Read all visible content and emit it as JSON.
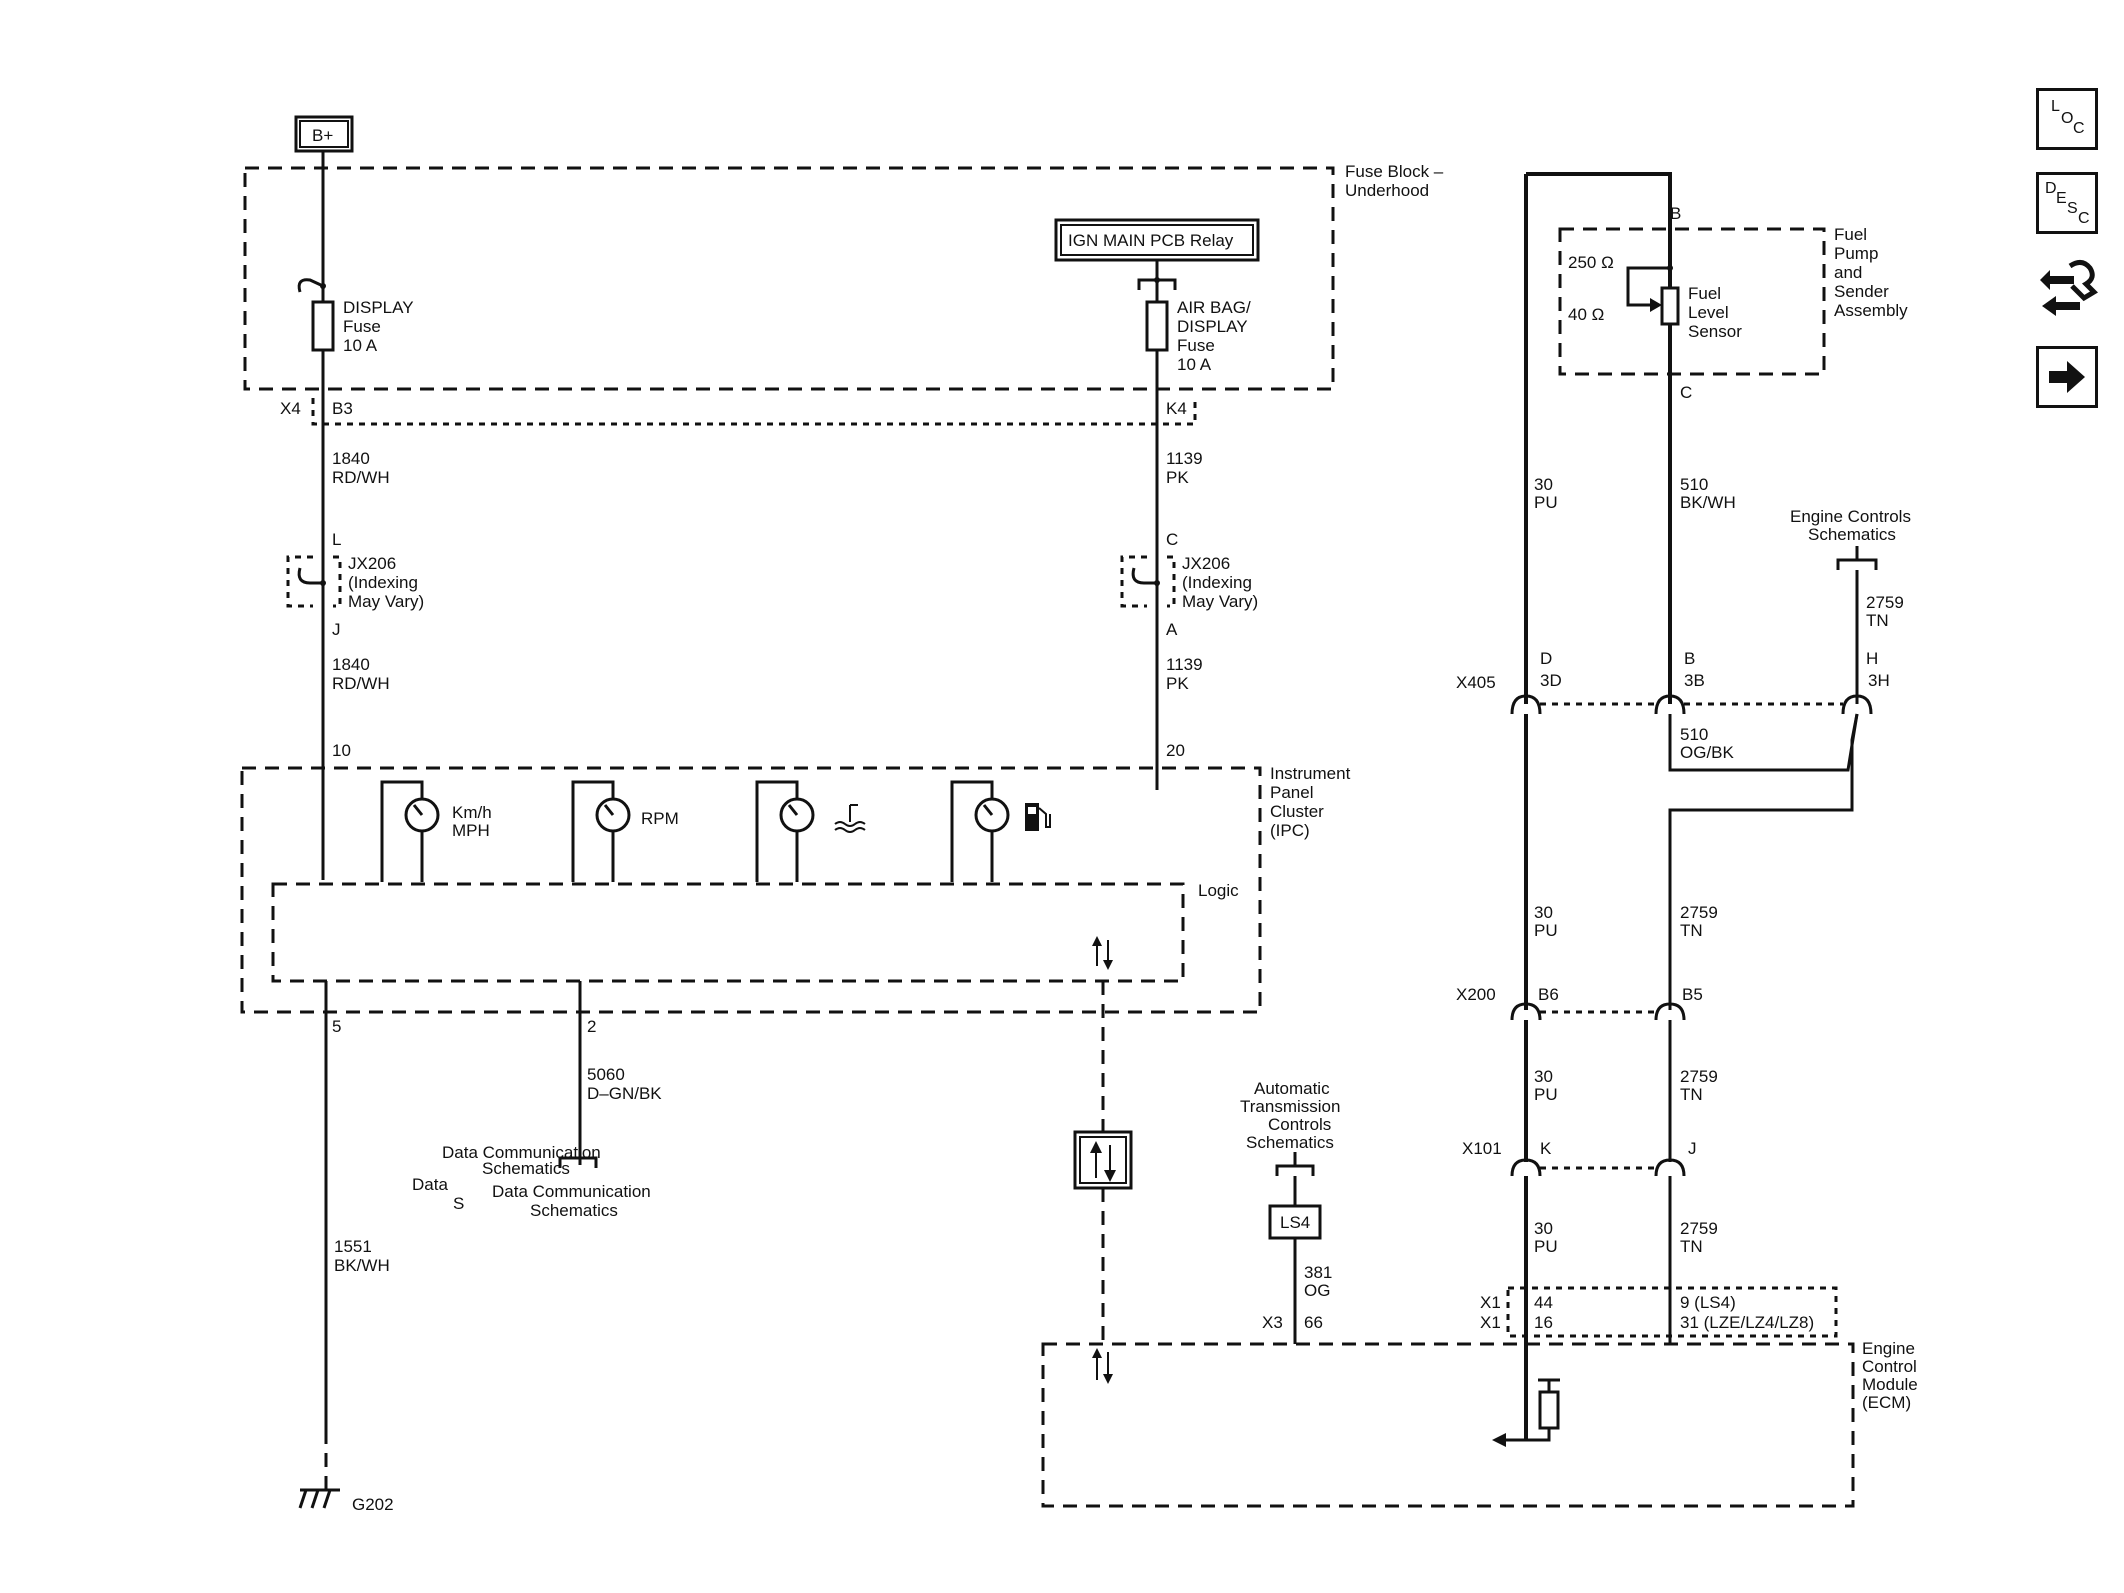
{
  "power": {
    "bplus": "B+"
  },
  "fuse_block": {
    "label_line1": "Fuse Block –",
    "label_line2": "Underhood",
    "relay": "IGN MAIN PCB Relay",
    "display_fuse": [
      "DISPLAY",
      "Fuse",
      "10 A"
    ],
    "airbag_fuse": [
      "AIR BAG/",
      "DISPLAY",
      "Fuse",
      "10 A"
    ],
    "connector": "X4",
    "pin_left": "B3",
    "pin_right": "K4"
  },
  "left_circuit": {
    "wire_top": [
      "1840",
      "RD/WH"
    ],
    "pin_top": "L",
    "splice": [
      "JX206",
      "(Indexing",
      "May Vary)"
    ],
    "pin_bottom": "J",
    "wire_bottom": [
      "1840",
      "RD/WH"
    ],
    "ipc_pin": "10"
  },
  "right_circuit": {
    "wire_top": [
      "1139",
      "PK"
    ],
    "pin_top": "C",
    "splice": [
      "JX206",
      "(Indexing",
      "May Vary)"
    ],
    "pin_bottom": "A",
    "wire_bottom": [
      "1139",
      "PK"
    ],
    "ipc_pin": "20"
  },
  "ipc": {
    "label": [
      "Instrument",
      "Panel",
      "Cluster",
      "(IPC)"
    ],
    "logic": "Logic",
    "gauges": [
      {
        "icon": "speedometer-gauge-icon",
        "label": [
          "Km/h",
          "MPH"
        ]
      },
      {
        "icon": "tachometer-gauge-icon",
        "label": [
          "RPM"
        ]
      },
      {
        "icon": "coolant-temp-gauge-icon",
        "label": []
      },
      {
        "icon": "fuel-gauge-icon",
        "label": []
      }
    ],
    "pin_ground": "5",
    "pin_data": "2"
  },
  "ground": {
    "wire": [
      "1551",
      "BK/WH"
    ],
    "name": "G202"
  },
  "data_comm": {
    "wire": [
      "5060",
      "D–GN/BK"
    ],
    "ref_a": "Data Communication",
    "ref_a2": "Schematics",
    "ref_b": "Data",
    "ref_b2": "S",
    "ref_c": [
      "Data Communication",
      "Schematics"
    ]
  },
  "fuel_pump": {
    "label": [
      "Fuel",
      "Pump",
      "and",
      "Sender",
      "Assembly"
    ],
    "sensor": [
      "Fuel",
      "Level",
      "Sensor"
    ],
    "r_high": "250 Ω",
    "r_low": "40 Ω",
    "pin_b": "B",
    "pin_c": "C"
  },
  "engine_ref": {
    "label": [
      "Engine Controls",
      "Schematics"
    ],
    "wire": [
      "2759",
      "TN"
    ],
    "pin": "H",
    "cavity": "3H"
  },
  "x405": {
    "name": "X405",
    "pins": [
      {
        "pin": "D",
        "cavity": "3D"
      },
      {
        "pin": "B",
        "cavity": "3B"
      }
    ],
    "wire_510og": [
      "510",
      "OG/BK"
    ]
  },
  "wires_upper": {
    "pu": [
      "30",
      "PU"
    ],
    "bk": [
      "510",
      "BK/WH"
    ]
  },
  "x200": {
    "name": "X200",
    "pins": [
      "B6",
      "B5"
    ]
  },
  "x101": {
    "name": "X101",
    "pins": [
      "K",
      "J"
    ]
  },
  "wire_pu": [
    "30",
    "PU"
  ],
  "wire_tn": [
    "2759",
    "TN"
  ],
  "trans_ref": {
    "label": [
      "Automatic",
      "Transmission",
      "Controls",
      "Schematics"
    ],
    "badge": "LS4",
    "wire": [
      "381",
      "OG"
    ],
    "connector": "X3",
    "pin": "66"
  },
  "ecm": {
    "label": [
      "Engine",
      "Control",
      "Module",
      "(ECM)"
    ],
    "rows": [
      {
        "conn": "X1",
        "pin": "44",
        "pin2": "9 (LS4)"
      },
      {
        "conn": "X1",
        "pin": "16",
        "pin2": "31 (LZE/LZ4/LZ8)"
      }
    ]
  },
  "side_nav": {
    "loc": {
      "big": "L",
      "mid": "O",
      "small": "C"
    },
    "desc": {
      "big": "D",
      "mid": "E",
      "mid2": "S",
      "small": "C"
    },
    "icons": [
      "connector-end-view-icon",
      "next-page-arrow-icon"
    ]
  }
}
